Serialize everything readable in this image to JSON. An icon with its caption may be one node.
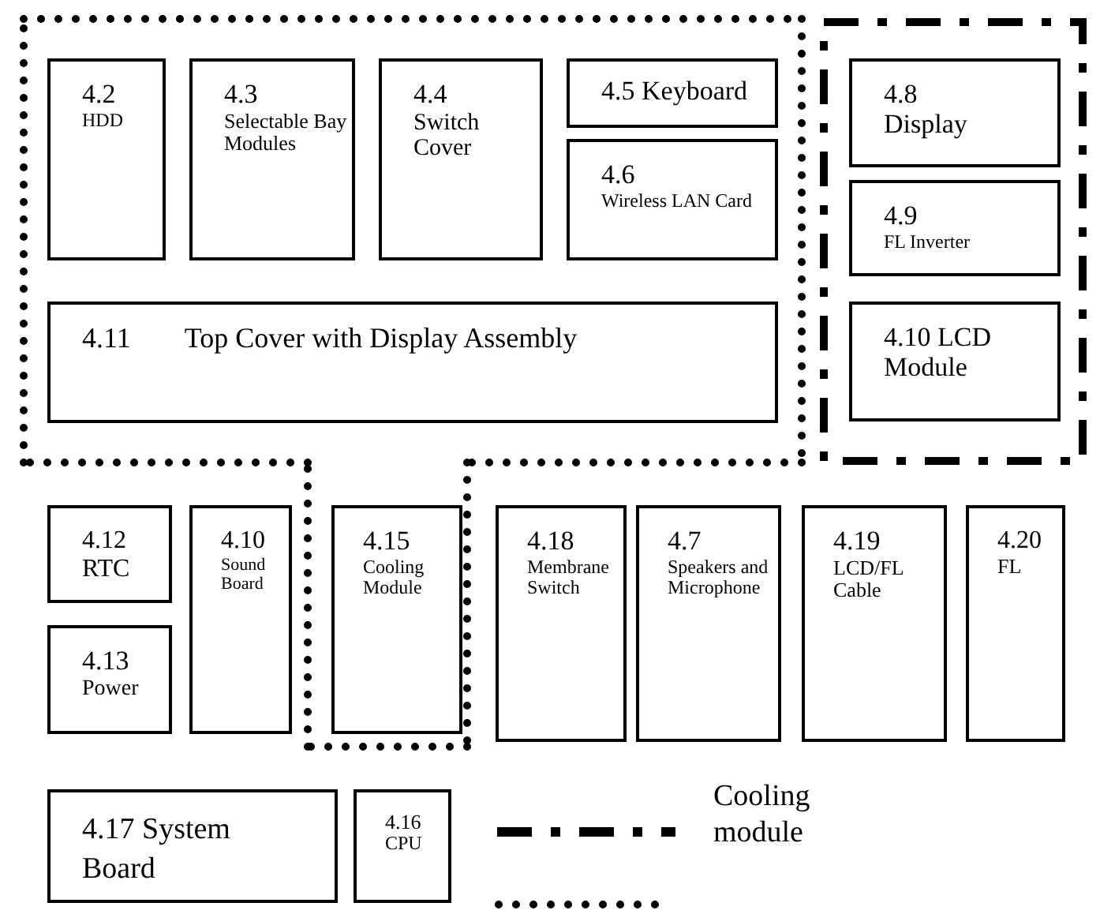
{
  "diagram": {
    "nodes": [
      {
        "text": [
          "4.2",
          "HDD"
        ]
      },
      {
        "text": [
          "4.3",
          "Selectable Bay Modules"
        ]
      },
      {
        "text": [
          "4.4",
          "Switch Cover"
        ]
      },
      {
        "text": [
          "4.5 Keyboard"
        ]
      },
      {
        "text": [
          "4.6",
          "Wireless LAN Card"
        ]
      },
      {
        "text": [
          "4.11",
          "Top Cover with Display Assembly"
        ]
      },
      {
        "text": [
          "4.8",
          "Display"
        ]
      },
      {
        "text": [
          "4.9",
          "FL Inverter"
        ]
      },
      {
        "text": [
          "4.10 LCD Module"
        ]
      },
      {
        "text": [
          "4.12",
          "RTC"
        ]
      },
      {
        "text": [
          "4.10",
          "Sound Board"
        ]
      },
      {
        "text": [
          "4.15",
          "Cooling Module"
        ]
      },
      {
        "text": [
          "4.18",
          "Membrane Switch"
        ]
      },
      {
        "text": [
          "4.7",
          "Speakers and Microphone"
        ]
      },
      {
        "text": [
          "4.19",
          "LCD/FL Cable"
        ]
      },
      {
        "text": [
          "4.20",
          "FL"
        ]
      },
      {
        "text": [
          "4.13",
          "Power"
        ]
      },
      {
        "text": [
          "4.17 System Board"
        ]
      },
      {
        "text": [
          "4.16",
          "CPU"
        ]
      }
    ],
    "edges": [],
    "legend": [
      {
        "text": "Cooling module"
      }
    ]
  }
}
